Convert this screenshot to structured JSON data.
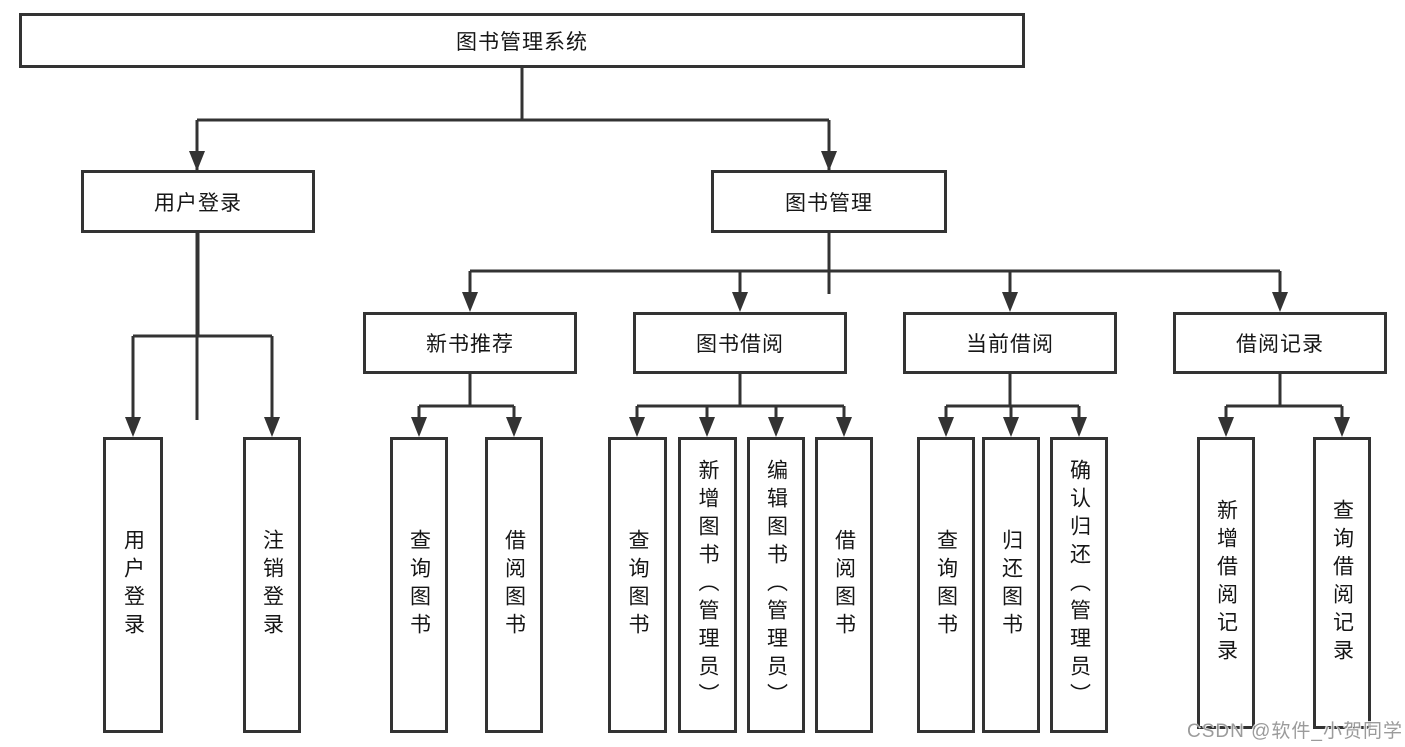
{
  "tree": {
    "root": {
      "label": "图书管理系统"
    },
    "level2": [
      {
        "label": "用户登录",
        "children": [
          {
            "label": "用户登录"
          },
          {
            "label": "注销登录"
          }
        ]
      },
      {
        "label": "图书管理",
        "children": [
          {
            "label": "新书推荐",
            "children": [
              {
                "label": "查询图书"
              },
              {
                "label": "借阅图书"
              }
            ]
          },
          {
            "label": "图书借阅",
            "children": [
              {
                "label": "查询图书"
              },
              {
                "label": "新增图书（管理员）"
              },
              {
                "label": "编辑图书（管理员）"
              },
              {
                "label": "借阅图书"
              }
            ]
          },
          {
            "label": "当前借阅",
            "children": [
              {
                "label": "查询图书"
              },
              {
                "label": "归还图书"
              },
              {
                "label": "确认归还（管理员）"
              }
            ]
          },
          {
            "label": "借阅记录",
            "children": [
              {
                "label": "新增借阅记录"
              },
              {
                "label": "查询借阅记录"
              }
            ]
          }
        ]
      }
    ]
  },
  "watermark": {
    "text": "CSDN @软件_小贺同学"
  },
  "colors": {
    "line": "#333333",
    "box_border": "#333333",
    "box_background": "#ffffff",
    "text": "#161616",
    "watermark": "#969696"
  }
}
